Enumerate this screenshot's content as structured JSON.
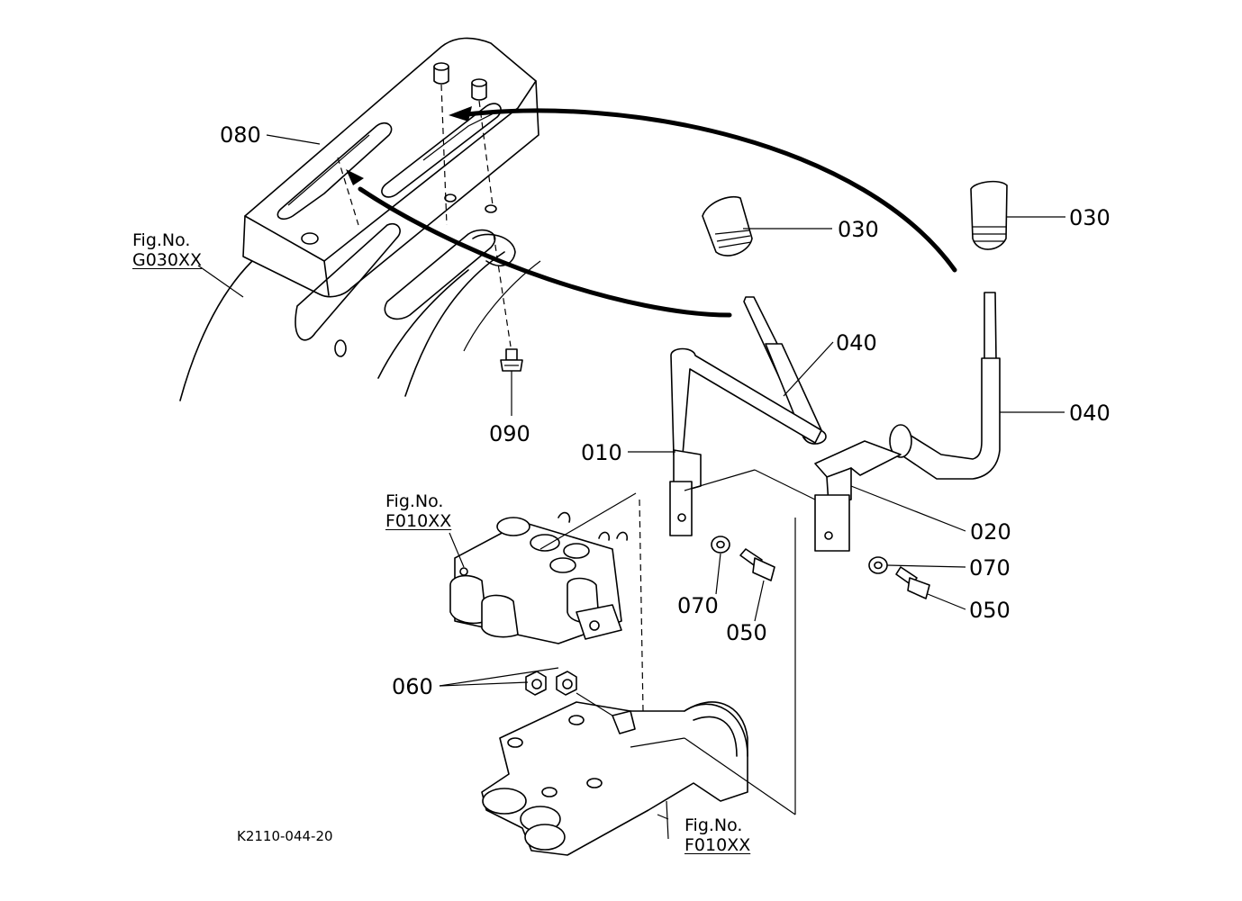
{
  "labels": {
    "p010": "010",
    "p020": "020",
    "p030_left": "030",
    "p030_right": "030",
    "p040_left": "040",
    "p040_right": "040",
    "p050_left": "050",
    "p050_right": "050",
    "p060": "060",
    "p070_left": "070",
    "p070_right": "070",
    "p080": "080",
    "p090": "090"
  },
  "figure_refs": {
    "g030": {
      "prefix": "Fig.No.",
      "code": "G030XX"
    },
    "f010_top": {
      "prefix": "Fig.No.",
      "code": "F010XX"
    },
    "f010_bottom": {
      "prefix": "Fig.No.",
      "code": "F010XX"
    }
  },
  "drawing_ref": "K2110-044-20"
}
